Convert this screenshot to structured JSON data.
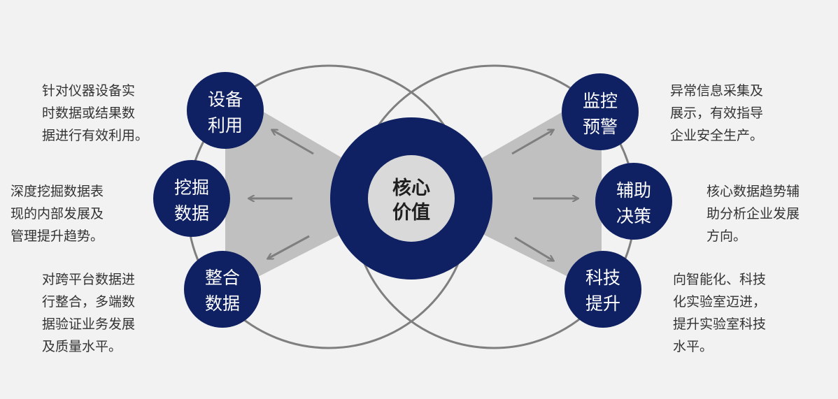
{
  "colors": {
    "background": "#f2f2f2",
    "node_fill": "#0f2163",
    "core_ring": "#0f2163",
    "core_inner": "#d9d9d9",
    "wedge": "#c0c0c0",
    "outline": "#7f7f7f",
    "arrow": "#7f7f7f",
    "text": "#333333"
  },
  "core": {
    "lines": [
      "核心",
      "价值"
    ]
  },
  "nodes": [
    {
      "id": "device-utilization",
      "lines": [
        "设备",
        "利用"
      ]
    },
    {
      "id": "data-mining",
      "lines": [
        "挖掘",
        "数据"
      ]
    },
    {
      "id": "data-integration",
      "lines": [
        "整合",
        "数据"
      ]
    },
    {
      "id": "monitoring-warning",
      "lines": [
        "监控",
        "预警"
      ]
    },
    {
      "id": "decision-support",
      "lines": [
        "辅助",
        "决策"
      ]
    },
    {
      "id": "tech-improvement",
      "lines": [
        "科技",
        "提升"
      ]
    }
  ],
  "descriptions": [
    {
      "id": "device-utilization",
      "lines": [
        "针对仪器设备实",
        "时数据或结果数",
        "据进行有效利用。"
      ]
    },
    {
      "id": "data-mining",
      "lines": [
        "深度挖掘数据表",
        "现的内部发展及",
        "管理提升趋势。"
      ]
    },
    {
      "id": "data-integration",
      "lines": [
        "对跨平台数据进",
        "行整合，多端数",
        "据验证业务发展",
        "及质量水平。"
      ]
    },
    {
      "id": "monitoring-warning",
      "lines": [
        "异常信息采集及",
        "展示，有效指导",
        "企业安全生产。"
      ]
    },
    {
      "id": "decision-support",
      "lines": [
        "核心数据趋势辅",
        "助分析企业发展",
        "方向。"
      ]
    },
    {
      "id": "tech-improvement",
      "lines": [
        "向智能化、科技",
        "化实验室迈进，",
        "提升实验室科技",
        "水平。"
      ]
    }
  ]
}
